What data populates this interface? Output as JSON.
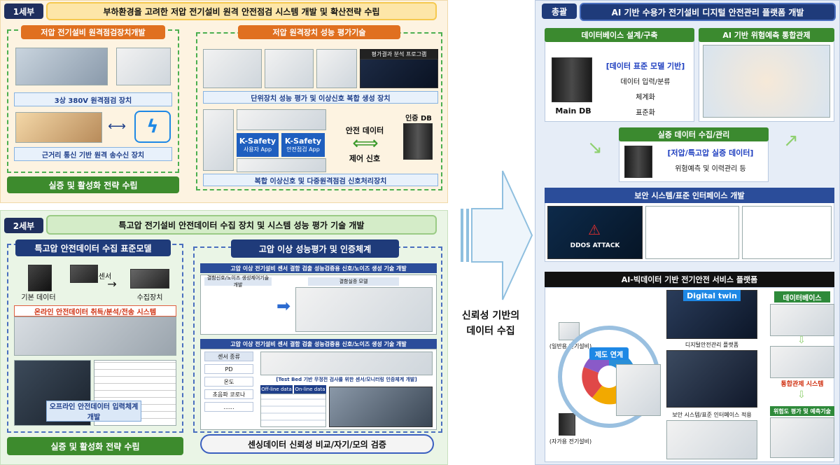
{
  "s1": {
    "tag": "1세부",
    "title": "부하환경을 고려한 저압 전기설비 원격 안전점검 시스템 개발 및 확산전략 수립",
    "left_title": "저압 전기설비 원격점검장치개발",
    "label_380": "3상 380V 원격점검 장치",
    "label_comm": "근거리 통신 기반 원격 송수신 장치",
    "right_title": "저압 원격장치 성능 평가기술",
    "label_eval": "단위장치 성능 평가 및 이상신호 복합 생성 장치",
    "label_prog": "평가결과 분석 프로그램",
    "app1_title": "K-Safety",
    "app1_sub": "사용자 App",
    "app2_title": "K-Safety",
    "app2_sub": "안전점검 App",
    "safety_data": "안전 데이터",
    "control_signal": "제어 신호",
    "auth_db": "인증 DB",
    "label_complex": "복합 이상신호 및 다중원격점검 신호처리장치",
    "strategy": "실증 및 활성화 전략 수립"
  },
  "s2": {
    "tag": "2세부",
    "title": "특고압 전기설비 안전데이터 수집 장치 및 시스템 성능 평가 기술 개발",
    "left_title": "특고압 안전데이터 수집 표준모델",
    "base_data": "기본 데이터",
    "sensor": "센서",
    "collector": "수집장치",
    "online": "온라인 안전데이터 취득/분석/전송 시스템",
    "offline": "오프라인 안전데이터 입력체계 개발",
    "right_title": "고압 이상 성능평가 및 인증체계",
    "panel1_title": "고압 이상 전기설비 센서 결함 검출 성능검증용 신호/노이즈 생성 기술 개발",
    "p1_sub1": "결함신호/노이즈 생성제어기술 개발",
    "p1_sub2": "결함실증 모델",
    "panel2_title": "고압 이상 전기설비 센서 결함 검출 성능검증용 신호/노이즈 생성 기술 개발",
    "sensor_kinds": "센서 종류",
    "sensor_list": [
      "PD",
      "온도",
      "초음파 코로나",
      "......"
    ],
    "testbed": "[Test Bed 기반 무정전 검사를 위한 센서/모니터링 인증체계 개발]",
    "offline_data": "Off-line data",
    "online_data": "On-line data",
    "verify": "센싱데이터 신뢰성 비교/자기/모의 검증",
    "strategy": "실증 및 활성화 전략 수립"
  },
  "center": {
    "line1": "신뢰성 기반의",
    "line2": "데이터 수집"
  },
  "total": {
    "tag": "총괄",
    "title": "AI 기반 수용가 전기설비 디지털 안전관리 플랫폼 개발",
    "db_title": "데이터베이스 설계/구축",
    "ai_title": "AI 기반 위험예측 통합관제",
    "db_std": "[데이터 표준 모델 기반]",
    "db_items": [
      "데이터 입력/분류",
      "체계화",
      "표준화"
    ],
    "main_db": "Main DB",
    "demo_title": "실증 데이터 수집/관리",
    "demo_sub": "[저압/특고압 실증 데이터]",
    "demo_desc": "위험예측 및 이력관리 등",
    "sec_title": "보안 시스템/표준 인터페이스 개발",
    "ddos": "DDOS ATTACK",
    "plat_title": "AI-빅데이터 기반 전기안전 서비스 플랫폼",
    "digital_twin": "Digital twin",
    "dt_platform": "디지털안전관리 플랫폼",
    "system_link": "제도 연계",
    "general": "(일반용 전기설비)",
    "self": "(자가용 전기설비)",
    "sec_apply": "보안 시스템/표준 인터페이스 적용",
    "right_db": "데이터베이스",
    "control": "통합관제 시스템",
    "risk": "위험도 평가 및 예측기술"
  }
}
